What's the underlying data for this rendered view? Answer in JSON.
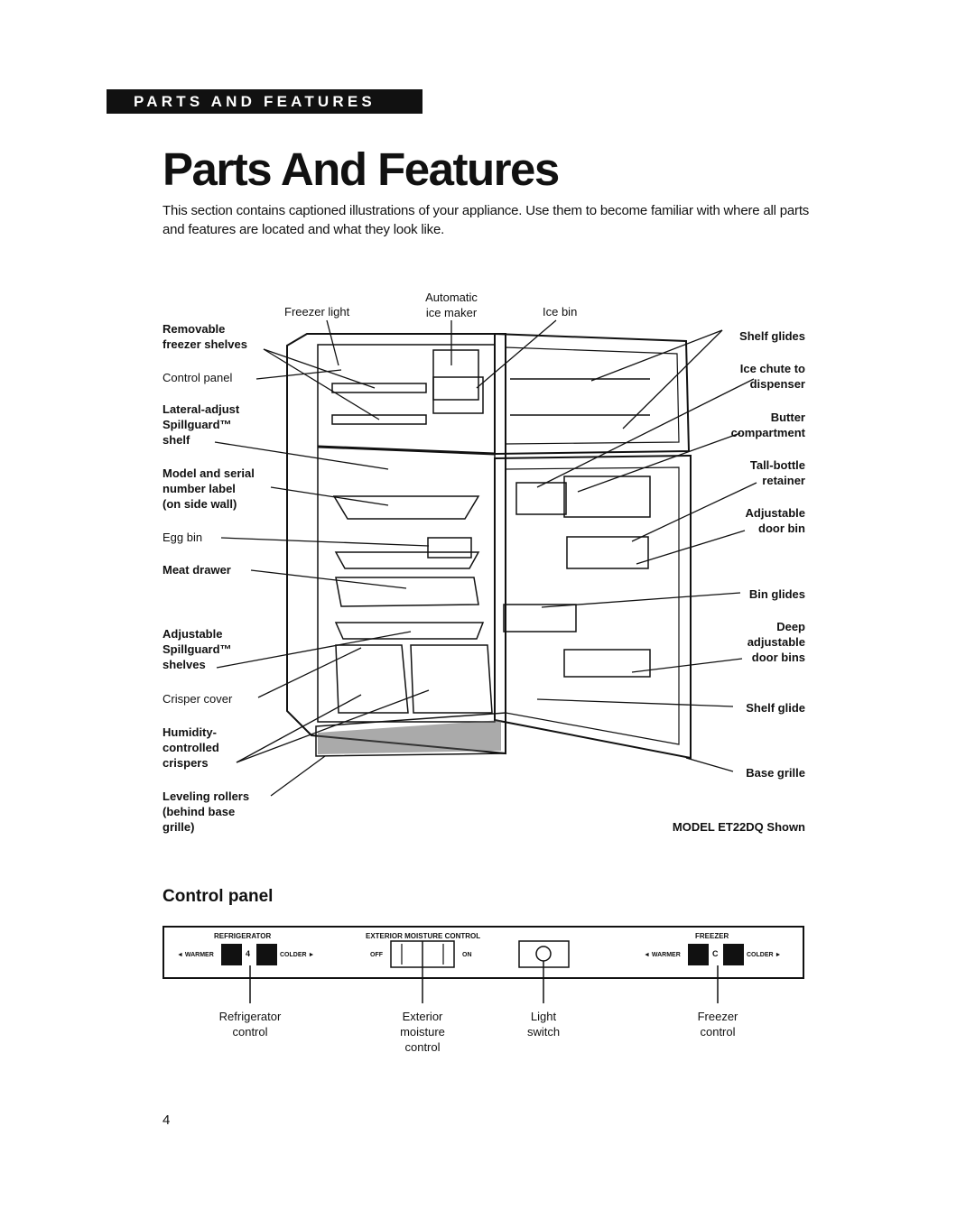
{
  "banner": "PARTS AND FEATURES",
  "title": "Parts And Features",
  "intro": "This section contains captioned illustrations of your appliance. Use them to become familiar with where all parts and features are located and what they look like.",
  "diagram": {
    "labels": {
      "automatic_ice_maker": "Automatic\nice maker",
      "freezer_light": "Freezer light",
      "ice_bin": "Ice bin",
      "removable_freezer_shelves": "Removable\nfreezer shelves",
      "control_panel": "Control panel",
      "lateral_adjust_shelf": "Lateral-adjust\nSpillguard™\nshelf",
      "model_serial_label": "Model and serial\nnumber label\n(on side wall)",
      "egg_bin": "Egg bin",
      "meat_drawer": "Meat drawer",
      "adjustable_shelves": "Adjustable\nSpillguard™\nshelves",
      "crisper_cover": "Crisper cover",
      "humidity_crispers": "Humidity-\ncontrolled\ncrispers",
      "leveling_rollers": "Leveling rollers\n(behind base\ngrille)",
      "shelf_glides": "Shelf glides",
      "ice_chute": "Ice chute to\ndispenser",
      "butter_compartment": "Butter\ncompartment",
      "tall_bottle_retainer": "Tall-bottle\nretainer",
      "adjustable_door_bin": "Adjustable\ndoor bin",
      "bin_glides": "Bin glides",
      "deep_door_bins": "Deep\nadjustable\ndoor bins",
      "shelf_glide": "Shelf glide",
      "base_grille": "Base grille",
      "model_shown": "MODEL ET22DQ Shown"
    }
  },
  "control_panel": {
    "heading": "Control panel",
    "refrigerator_header": "REFRIGERATOR",
    "exterior_header": "EXTERIOR MOISTURE CONTROL",
    "freezer_header": "FREEZER",
    "warmer": "◄ WARMER",
    "colder": "COLDER ►",
    "off": "OFF",
    "on": "ON",
    "fridge_setting": "4",
    "freezer_setting": "C",
    "captions": {
      "refrigerator_control": "Refrigerator\ncontrol",
      "exterior_moisture_control": "Exterior\nmoisture\ncontrol",
      "light_switch": "Light\nswitch",
      "freezer_control": "Freezer\ncontrol"
    }
  },
  "page_number": "4"
}
